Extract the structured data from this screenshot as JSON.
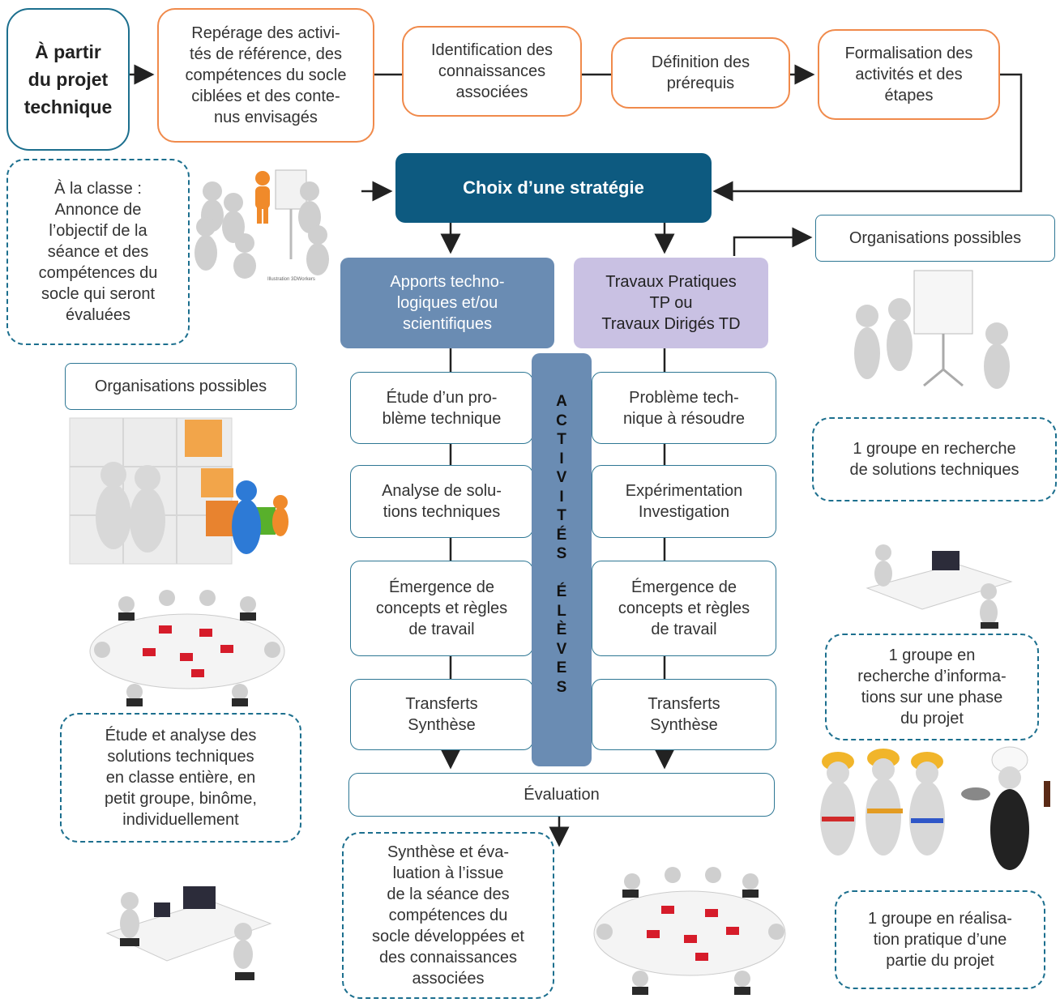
{
  "top_row": {
    "start": "À partir\ndu projet\ntechnique",
    "reperage": "Repérage des activi-\ntés de référence, des\ncompétences du socle\nciblées et des conte-\nnus envisagés",
    "identification": "Identification des\nconnaissances\nassociées",
    "definition": "Définition des\nprérequis",
    "formalisation": "Formalisation des\nactivités et des\nétapes"
  },
  "classe": "À la classe :\nAnnonce de\nl’objectif de la\nséance et des\ncompétences du\nsocle qui seront\névaluées",
  "strategy": "Choix d’une stratégie",
  "apports": "Apports techno-\nlogiques et/ou\nscientifiques",
  "tp": "Travaux Pratiques\nTP ou\nTravaux Dirigés TD",
  "org_left": "Organisations possibles",
  "org_right": "Organisations possibles",
  "left_steps": [
    "Étude d’un pro-\nblème technique",
    "Analyse de solu-\ntions techniques",
    "Émergence de\nconcepts et règles\nde travail",
    "Transferts\nSynthèse"
  ],
  "right_steps": [
    "Problème tech-\nnique à résoudre",
    "Expérimentation\nInvestigation",
    "Émergence de\nconcepts et règles\nde travail",
    "Transferts\nSynthèse"
  ],
  "activites_letters": [
    "A",
    "C",
    "T",
    "I",
    "V",
    "I",
    "T",
    "É",
    "S",
    "",
    "É",
    "L",
    "È",
    "V",
    "E",
    "S"
  ],
  "evaluation": "Évaluation",
  "synthese": "Synthèse et éva-\nluation à l’issue\nde la séance des\ncompétences du\nsocle développées et\ndes connaissances\nassociées",
  "etude": "Étude et analyse des\nsolutions techniques\nen classe entière, en\npetit groupe, binôme,\nindividuellement",
  "groupe1": "1 groupe en recherche\nde solutions techniques",
  "groupe2": "1 groupe en\nrecherche d’informa-\ntions sur une phase\ndu projet",
  "groupe3": "1 groupe en réalisa-\ntion pratique d’une\npartie du projet",
  "illustration_caption": "Illustration 3DWorkers",
  "colors": {
    "orange": "#f08a4b",
    "teal": "#1c6f8e",
    "strategy": "#0d5a80",
    "apports": "#6a8cb3",
    "tp": "#c9c1e3"
  },
  "icons": [
    "teacher-presentation-illustration",
    "puzzle-team-illustration",
    "meeting-table-illustration",
    "laptop-desk-illustration",
    "whiteboard-illustration",
    "workers-helmets-illustration",
    "chef-illustration"
  ]
}
